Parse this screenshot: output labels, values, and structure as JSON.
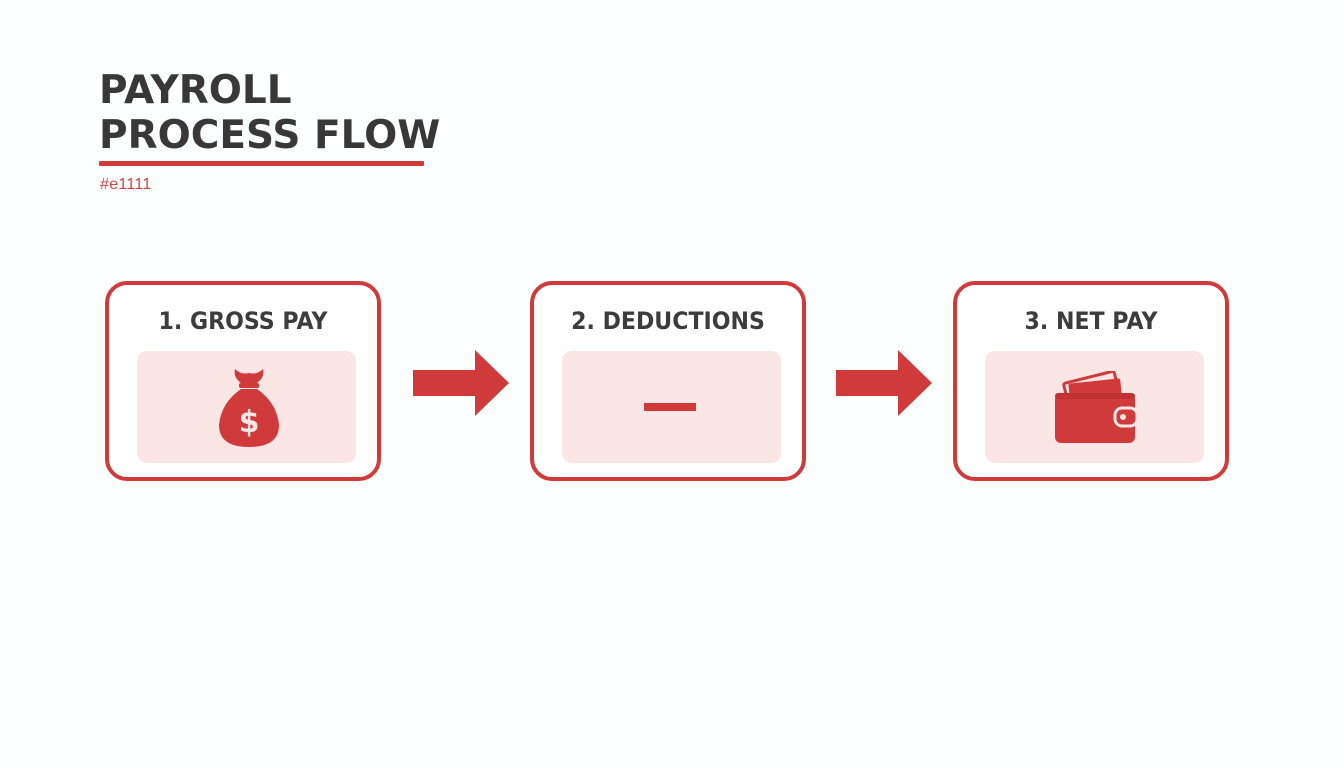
{
  "header": {
    "title_line1": "PAYROLL",
    "title_line2": "PROCESS FLOW",
    "color_tag": "#e1111"
  },
  "colors": {
    "accent": "#d03a3a",
    "panel": "#fae6e5",
    "text": "#383838"
  },
  "steps": [
    {
      "label": "1. GROSS PAY",
      "icon": "money-bag-icon"
    },
    {
      "label": "2. DEDUCTIONS",
      "icon": "minus-icon"
    },
    {
      "label": "3. NET PAY",
      "icon": "wallet-icon"
    }
  ]
}
